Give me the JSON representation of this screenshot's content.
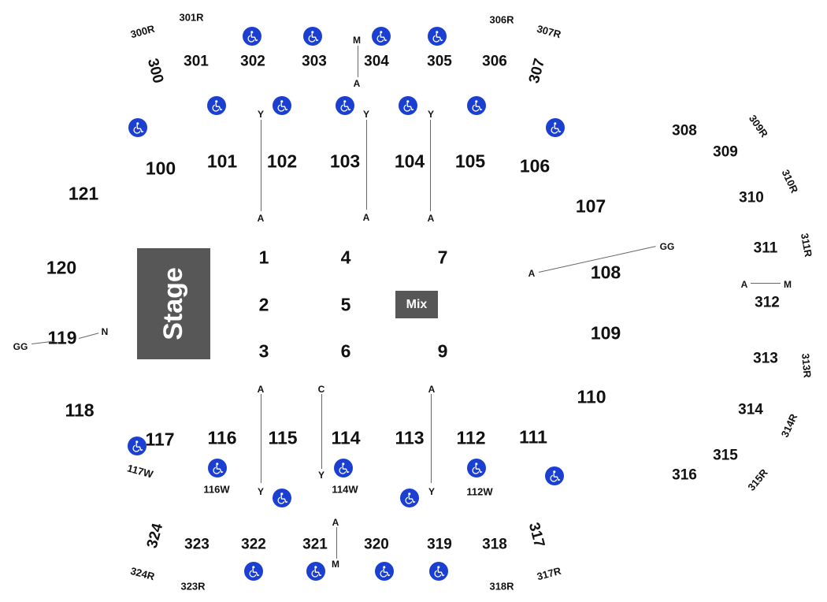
{
  "stage_label": "Stage",
  "mix_label": "Mix",
  "accent_color": "#1a3fd1",
  "floor_sections": [
    "1",
    "2",
    "3",
    "4",
    "5",
    "6",
    "7",
    "9"
  ],
  "lower_sections": [
    "100",
    "101",
    "102",
    "103",
    "104",
    "105",
    "106",
    "107",
    "108",
    "109",
    "110",
    "111",
    "112",
    "113",
    "114",
    "115",
    "116",
    "117",
    "118",
    "119",
    "120",
    "121"
  ],
  "upper_sections": [
    "300",
    "301",
    "302",
    "303",
    "304",
    "305",
    "306",
    "307",
    "308",
    "309",
    "310",
    "311",
    "312",
    "313",
    "314",
    "315",
    "316",
    "317",
    "318",
    "319",
    "320",
    "321",
    "322",
    "323",
    "324"
  ],
  "small_labels": [
    "300R",
    "301R",
    "306R",
    "307R",
    "309R",
    "310R",
    "311R",
    "313R",
    "314R",
    "315R",
    "317R",
    "318R",
    "323R",
    "324R",
    "117W",
    "116W",
    "114W",
    "112W"
  ],
  "row_labels": [
    "M",
    "A",
    "Y",
    "A",
    "Y",
    "A",
    "Y",
    "A",
    "GG",
    "A",
    "A",
    "M",
    "GG",
    "N",
    "A",
    "Y",
    "C",
    "Y",
    "A",
    "Y",
    "A",
    "M"
  ],
  "wheelchair_icon": "wheelchair-accessible-icon"
}
